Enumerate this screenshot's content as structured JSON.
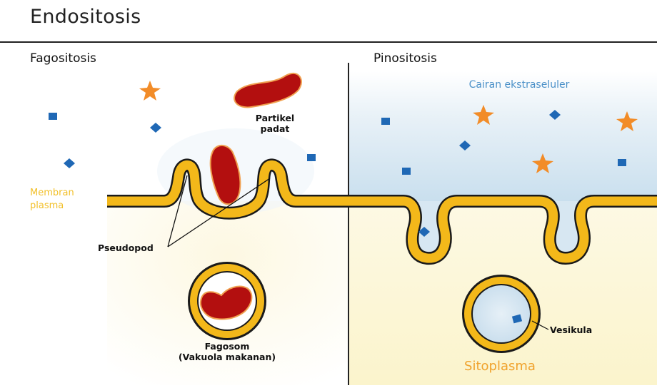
{
  "title": "Endositosis",
  "panels": {
    "left_title": "Fagositosis",
    "right_title": "Pinositosis"
  },
  "labels": {
    "partikel_line1": "Partikel",
    "partikel_line2": "padat",
    "membran_line1": "Membran",
    "membran_line2": "plasma",
    "pseudopod": "Pseudopod",
    "fagosom_line1": "Fagosom",
    "fagosom_line2": "(Vakuola makanan)",
    "cairan": "Cairan ekstraseluler",
    "vesikula": "Vesikula",
    "sitoplasma": "Sitoplasma"
  },
  "colors": {
    "membrane": "#f3b81a",
    "membrane_edge": "#1a1a1a",
    "particle": "#b30f0f",
    "particle_glow": "#f0a050",
    "marker_blue": "#1f68b5",
    "star_orange": "#f28c28",
    "extracellular": "#cfe2ef",
    "cytoplasm": "#fbf6d8"
  }
}
